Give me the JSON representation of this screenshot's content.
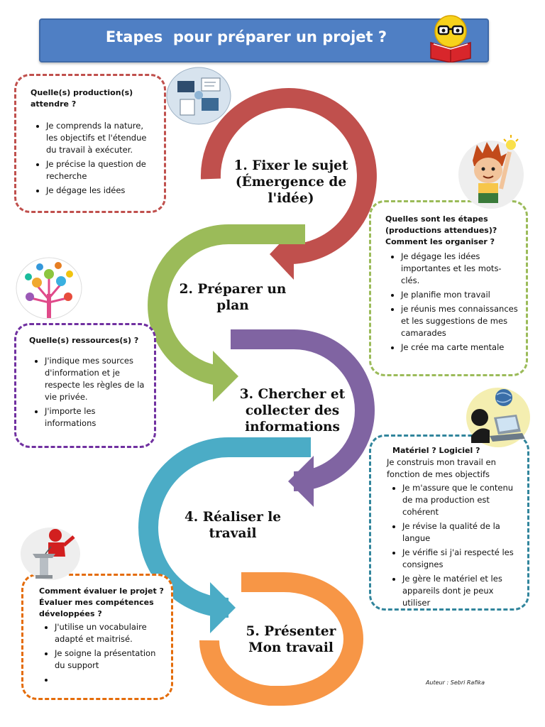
{
  "title": "Etapes  pour préparer un projet ?",
  "author": "Auteur : Sebri Rafika",
  "steps": [
    {
      "line1": "1. Fixer le sujet",
      "line2": "(Émergence de",
      "line3": "l'idée)"
    },
    {
      "line1": "2. Préparer un",
      "line2": "plan"
    },
    {
      "line1": "3. Chercher et",
      "line2": "collecter des",
      "line3": "informations"
    },
    {
      "line1": "4. Réaliser le",
      "line2": "travail"
    },
    {
      "line1": "5. Présenter",
      "line2": "Mon travail"
    }
  ],
  "boxes": {
    "production": {
      "question": "Quelle(s) production(s) attendre ?",
      "items": [
        "Je comprends la nature, les objectifs et l'étendue du travail à exécuter.",
        "Je précise la question de recherche",
        "Je dégage les idées"
      ]
    },
    "etapes": {
      "question": "Quelles sont les étapes (productions attendues)? Comment les organiser ?",
      "items": [
        "Je dégage les idées importantes et les mots-clés.",
        "Je planifie mon travail",
        " je réunis mes connaissances et les suggestions de mes camarades",
        " Je crée ma carte mentale"
      ]
    },
    "ressources": {
      "question": "Quelle(s) ressources(s) ?",
      "items": [
        "J'indique mes sources d'information et je respecte les règles de la vie privée.",
        " J'importe les informations"
      ]
    },
    "materiel": {
      "question": "Matériel ? Logiciel ?",
      "lead": "Je construis mon travail en fonction de mes objectifs",
      "items": [
        "Je m'assure que le contenu de ma production est cohérent",
        "Je révise la qualité de la langue",
        "Je vérifie si j'ai respecté les consignes",
        "Je gère le matériel et les appareils dont je peux utiliser"
      ]
    },
    "evaluation": {
      "question": "Comment évaluer le projet ? Évaluer mes compétences développées ?",
      "items": [
        "J'utilise un vocabulaire adapté et maitrisé.",
        "Je soigne la présentation du support",
        ""
      ]
    }
  },
  "colors": {
    "banner": "#4f7fc4",
    "step1": "#c0504d",
    "step2": "#9bbb59",
    "step3": "#8064a2",
    "step4": "#4bacc6",
    "step5": "#f79646",
    "box_production": "#c0504d",
    "box_etapes": "#9bbb59",
    "box_ressources": "#7030a0",
    "box_materiel": "#31859c",
    "box_evaluation": "#e46c0a"
  },
  "icons": [
    "reading-smiley-icon",
    "office-desk-icon",
    "idea-boy-icon",
    "social-network-tree-icon",
    "laptop-user-icon",
    "speaker-podium-icon"
  ]
}
